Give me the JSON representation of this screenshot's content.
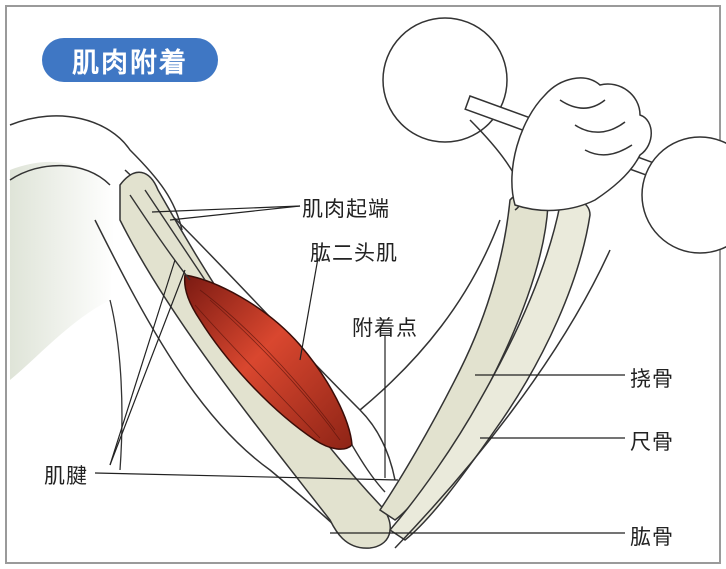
{
  "title": "肌肉附着",
  "labels": {
    "origin": "肌肉起端",
    "biceps": "肱二头肌",
    "insertion": "附着点",
    "radius": "挠骨",
    "ulna": "尺骨",
    "humerus": "肱骨",
    "tendon": "肌腱"
  },
  "colors": {
    "title_bg": "#3f77c4",
    "muscle": "#c0392b",
    "bone": "#e2e2cf",
    "frame": "#9a9a9a"
  }
}
